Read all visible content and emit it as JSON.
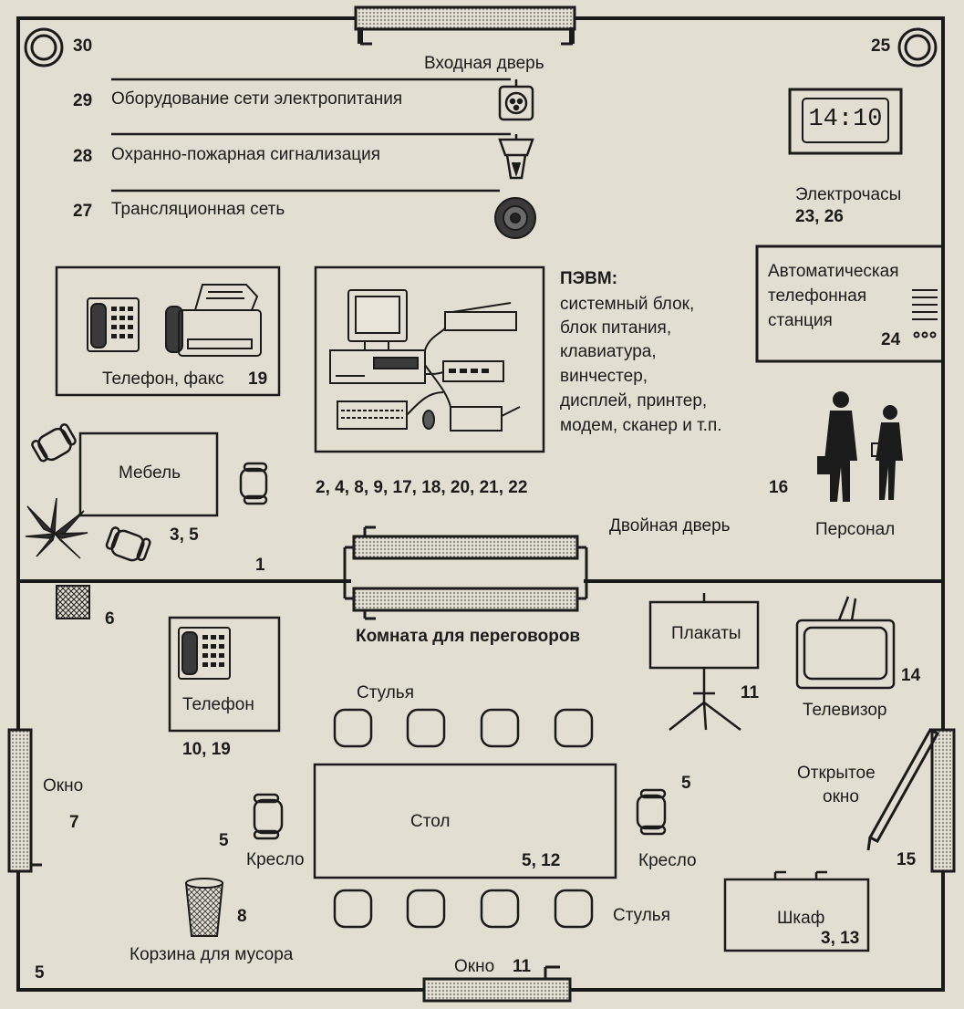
{
  "labels": {
    "entrance_door": "Входная дверь",
    "power_equipment": "Оборудование сети электропитания",
    "security_alarm": "Охранно-пожарная сигнализация",
    "broadcast_network": "Трансляционная сеть",
    "electric_clock": "Электрочасы",
    "phone_fax": "Телефон, факс",
    "pc_heading": "ПЭВМ:",
    "pc_line1": "системный блок,",
    "pc_line2": "блок питания,",
    "pc_line3": "клавиатура,",
    "pc_line4": "винчестер,",
    "pc_line5": "дисплей, принтер,",
    "pc_line6": "модем, сканер и т.п.",
    "pbx_line1": "Автоматическая",
    "pbx_line2": "телефонная",
    "pbx_line3": "станция",
    "furniture": "Мебель",
    "staff": "Персонал",
    "double_door": "Двойная дверь",
    "meeting_room": "Комната для переговоров",
    "posters": "Плакаты",
    "tv": "Телевизор",
    "phone": "Телефон",
    "chairs_top": "Стулья",
    "chairs_bottom": "Стулья",
    "window_left": "Окно",
    "window_bottom": "Окно",
    "open_window_1": "Открытое",
    "open_window_2": "окно",
    "table": "Стол",
    "armchair_left": "Кресло",
    "armchair_right": "Кресло",
    "cabinet": "Шкаф",
    "trash_bin": "Корзина для мусора"
  },
  "numbers": {
    "n30": "30",
    "n25": "25",
    "n29": "29",
    "n28": "28",
    "n27": "27",
    "n23_26": "23, 26",
    "n19": "19",
    "n24": "24",
    "pc_refs": "2, 4, 8, 9, 17, 18, 20, 21, 22",
    "n3_5": "3, 5",
    "n16": "16",
    "n1": "1",
    "n6": "6",
    "n11_posters": "11",
    "n14": "14",
    "n10_19": "10, 19",
    "n7": "7",
    "n5_left": "5",
    "n5_right": "5",
    "n5_12": "5, 12",
    "n15": "15",
    "n8": "8",
    "n3_13": "3, 13",
    "n5_corner": "5",
    "n11_window": "11"
  },
  "clock": {
    "time": "14:10"
  }
}
